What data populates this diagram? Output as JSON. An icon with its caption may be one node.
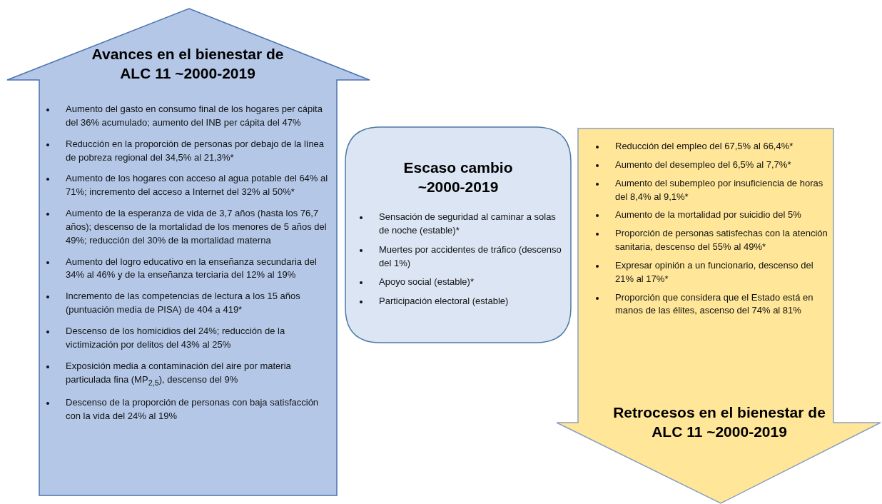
{
  "diagram": {
    "nodes": [
      {
        "text": [
          "Avances en el bienestar de ALC 11 ~2000-2019",
          "Aumento del gasto en consumo final de los hogares per cápita del 36% acumulado; aumento del INB per cápita del 47%",
          "Reducción en la proporción de personas por debajo de la línea de pobreza regional del 34,5% al 21,3%*",
          "Aumento de los hogares con acceso al agua potable del 64% al 71%; incremento del acceso a Internet del 32% al 50%*",
          "Aumento de la esperanza de vida de 3,7 años (hasta los 76,7 años); descenso de la mortalidad de los menores de 5 años del 49%; reducción del 30% de la mortalidad materna",
          "Aumento del logro educativo en la enseñanza secundaria del 34% al 46% y de la enseñanza terciaria del 12% al 19%",
          "Incremento de las competencias de lectura a los 15 años (puntuación media de PISA) de 404 a 419*",
          "Descenso de los homicidios del 24%; reducción de la victimización por delitos del 43% al 25%",
          "Exposición media a contaminación del aire por materia particulada fina (MP$_{2,5}$), descenso del 9%",
          "Descenso de la proporción de personas con baja satisfacción con la vida del 24% al 19%"
        ]
      },
      {
        "text": [
          "Escaso cambio ~2000-2019",
          "Sensación de seguridad al caminar a solas de noche (estable)*",
          "Muertes por accidentes de tráfico (descenso del 1%)",
          "Apoyo social (estable)*",
          "Participación electoral (estable)"
        ]
      },
      {
        "text": [
          "Reducción del empleo del 67,5% al 66,4%*",
          "Aumento del desempleo del 6,5% al 7,7%*",
          "Aumento del subempleo por insuficiencia de horas del 8,4% al 9,1%*",
          "Aumento de la mortalidad por suicidio del 5%",
          "Proporción de personas satisfechas con la atención sanitaria, descenso del 55% al 49%*",
          "Expresar opinión a un funcionario, descenso del 21% al 17%*",
          "Proporción que considera que el Estado está en manos de las élites, ascenso del 74% al 81%",
          "Retrocesos en el bienestar de ALC 11 ~2000-2019"
        ]
      }
    ]
  }
}
